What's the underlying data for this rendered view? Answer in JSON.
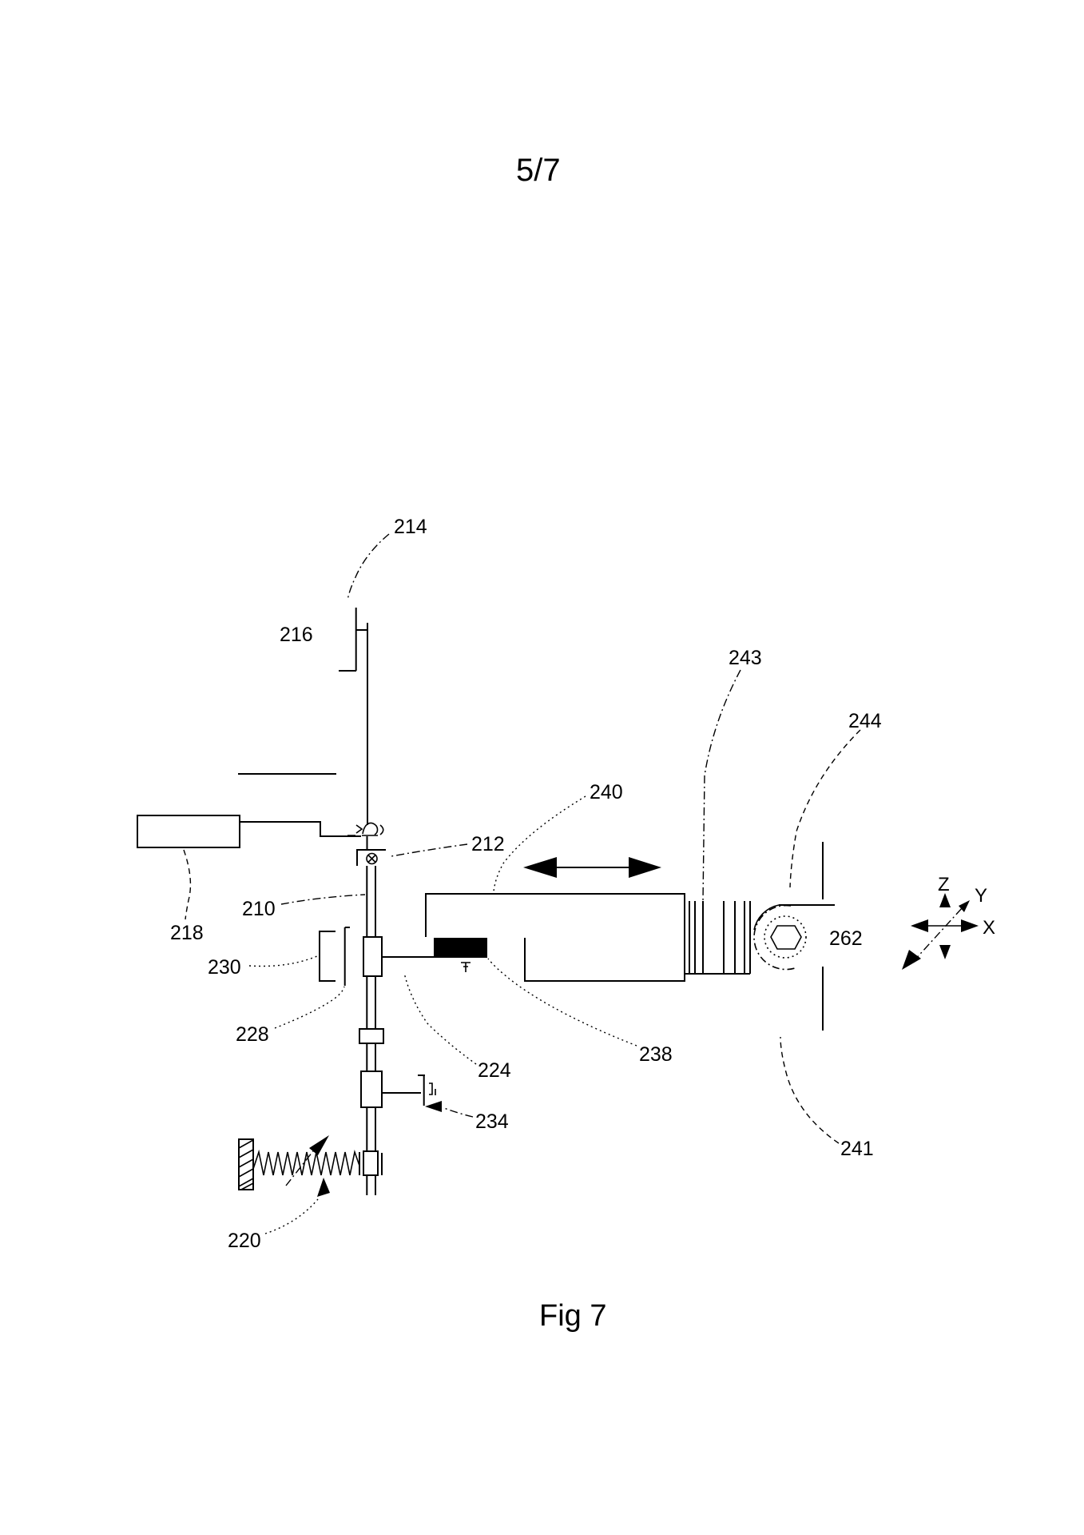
{
  "page": {
    "sheet_label": "5/7",
    "figure_caption": "Fig 7"
  },
  "diagram": {
    "reference_labels": {
      "n210": "210",
      "n212": "212",
      "n214": "214",
      "n216": "216",
      "n218": "218",
      "n220": "220",
      "n224": "224",
      "n228": "228",
      "n230": "230",
      "n234": "234",
      "n238": "238",
      "n240": "240",
      "n241": "241",
      "n243": "243",
      "n244": "244",
      "n262": "262"
    },
    "axes": {
      "x_label": "X",
      "y_label": "Y",
      "z_label": "Z"
    },
    "colors": {
      "line": "#000000",
      "background": "#ffffff"
    }
  }
}
